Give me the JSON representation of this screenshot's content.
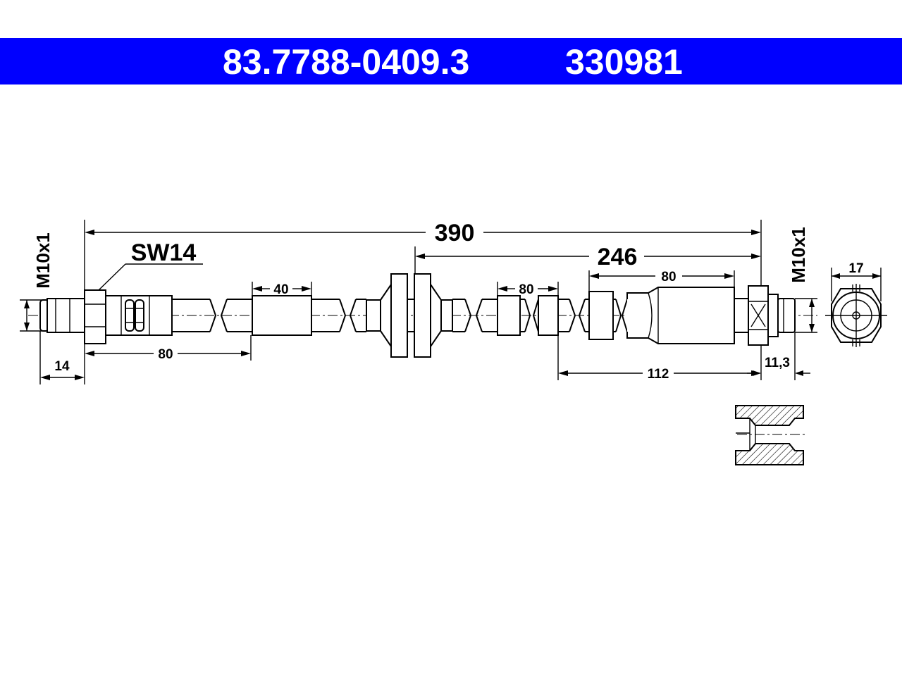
{
  "header": {
    "part_number": "83.7788-0409.3",
    "reference_number": "330981",
    "background_color": "#0000ff",
    "text_color": "#ffffff"
  },
  "dimensions": {
    "total_length": "390",
    "length_246": "246",
    "thread_left": "M10x1",
    "thread_right": "M10x1",
    "wrench_size": "SW14",
    "left_end_14": "14",
    "left_80": "80",
    "sleeve_40": "40",
    "mid_80": "80",
    "right_80": "80",
    "right_112": "112",
    "right_11_3": "11,3",
    "end_view_17": "17"
  }
}
